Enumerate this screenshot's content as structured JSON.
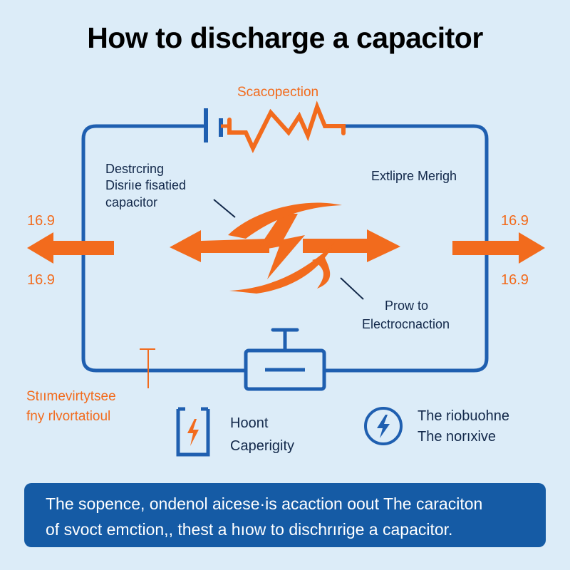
{
  "title": "How to discharge a capacitor",
  "labels": {
    "resistor": "Scacopection",
    "left_top": [
      "Destrcring",
      "Disriıe fisatied",
      "capacitor"
    ],
    "right_top": "Extlipre Merigh",
    "center_bottom": [
      "Prow to",
      "Electrocnaction"
    ],
    "left_bottom": [
      "Stıımevirtytsee",
      "fny rlvortatioul"
    ],
    "value_left_top": "16.9",
    "value_left_bottom": "16.9",
    "value_right_top": "16.9",
    "value_right_bottom": "16.9"
  },
  "legend": [
    {
      "icon": "lightning-box-icon",
      "lines": [
        "Hoont",
        "Caperigity"
      ]
    },
    {
      "icon": "lightning-circle-icon",
      "lines": [
        "The riobuohne",
        "The norıxive"
      ]
    }
  ],
  "footer": {
    "line1": "The sopence, ondenol aicese·is acaction oout The caraciton",
    "line2": "of svoct emction,, thest a hıow to dischrırige a capacitor."
  },
  "colors": {
    "wire": "#1f5fb0",
    "accent": "#f26b1d",
    "background": "#dcecf8",
    "footer": "#155ba5"
  }
}
